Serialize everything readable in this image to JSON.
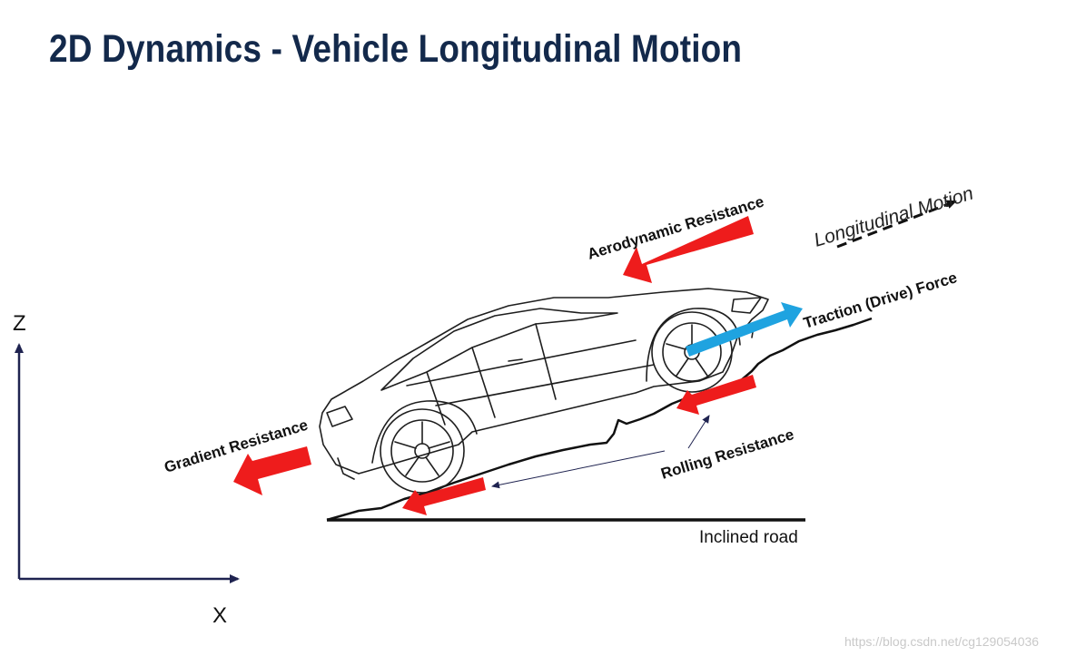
{
  "title": "2D Dynamics - Vehicle Longitudinal Motion",
  "labels": {
    "aerodynamic": "Aerodynamic Resistance",
    "longitudinal": "Longitudinal Motion",
    "traction": "Traction (Drive) Force",
    "gradient": "Gradient Resistance",
    "rolling": "Rolling Resistance",
    "road": "Inclined road"
  },
  "axes": {
    "z": "Z",
    "x": "X"
  },
  "watermark": "https://blog.csdn.net/cg129054036",
  "colors": {
    "title": "#13294b",
    "resistance_arrows": "#ee1c1c",
    "traction_arrow": "#1fa3e0",
    "axes": "#1f2350"
  }
}
